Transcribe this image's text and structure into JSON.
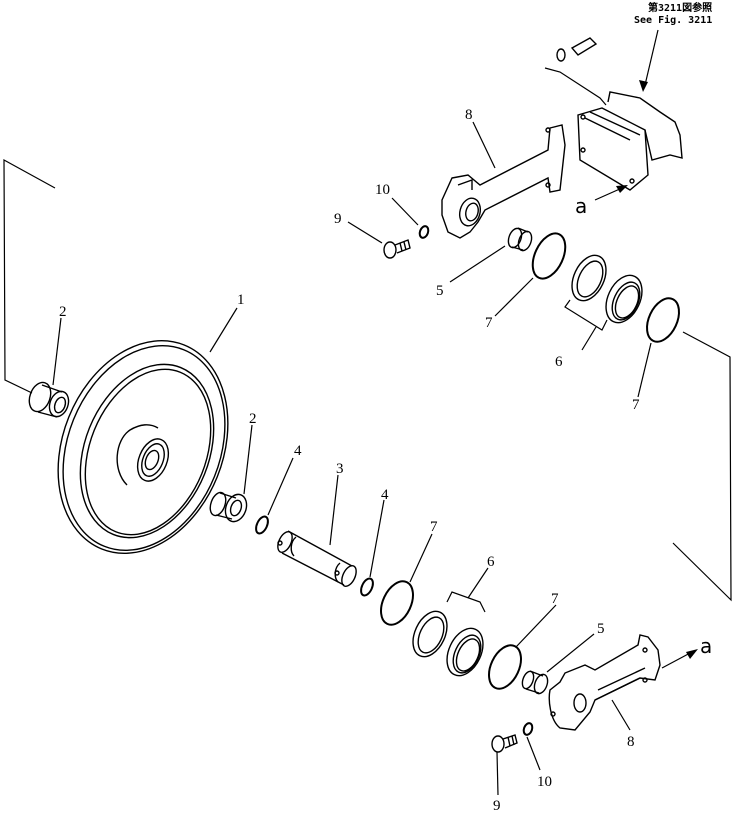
{
  "reference": {
    "line1": "第3211図参照",
    "line2": "See Fig. 3211"
  },
  "arrow_marker": "a",
  "callouts": [
    {
      "id": "1",
      "part": "idler-wheel"
    },
    {
      "id": "2",
      "part": "bushing"
    },
    {
      "id": "3",
      "part": "shaft"
    },
    {
      "id": "4",
      "part": "o-ring-small"
    },
    {
      "id": "5",
      "part": "bushing-sleeve"
    },
    {
      "id": "6",
      "part": "floating-seal-set"
    },
    {
      "id": "7",
      "part": "o-ring-large"
    },
    {
      "id": "8",
      "part": "support-bracket"
    },
    {
      "id": "9",
      "part": "bolt"
    },
    {
      "id": "10",
      "part": "washer"
    }
  ],
  "labels": {
    "l1": "1",
    "l2a": "2",
    "l2b": "2",
    "l3": "3",
    "l4a": "4",
    "l4b": "4",
    "l5a": "5",
    "l5b": "5",
    "l6a": "6",
    "l6b": "6",
    "l7a": "7",
    "l7b": "7",
    "l7c": "7",
    "l7d": "7",
    "l8a": "8",
    "l8b": "8",
    "l9a": "9",
    "l9b": "9",
    "l10a": "10",
    "l10b": "10",
    "aTop": "a",
    "aBottom": "a"
  }
}
